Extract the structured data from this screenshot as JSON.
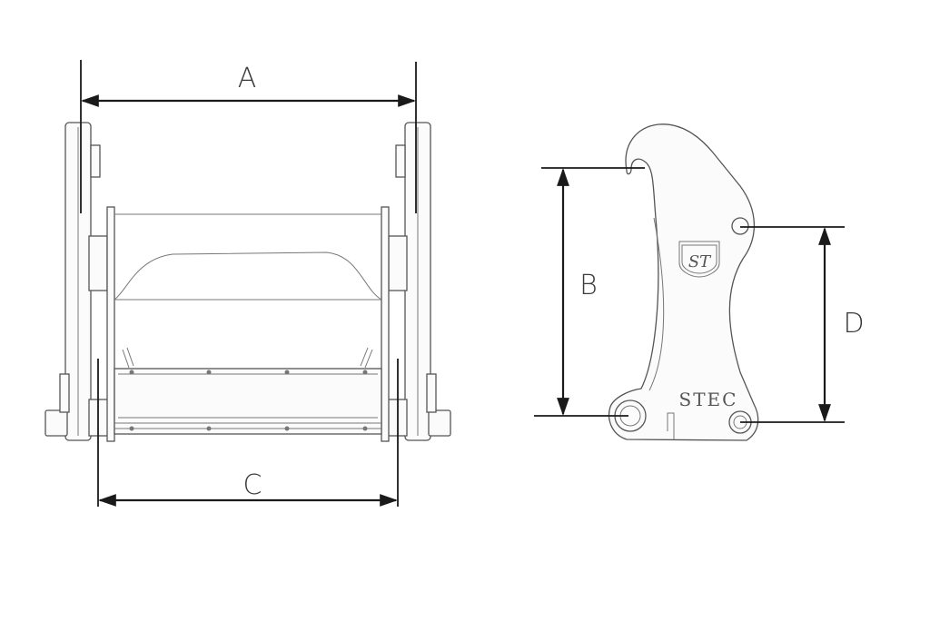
{
  "dimensions": {
    "a": "A",
    "b": "B",
    "c": "C",
    "d": "D"
  },
  "brand_text": "STEC",
  "logo_text": "ST"
}
